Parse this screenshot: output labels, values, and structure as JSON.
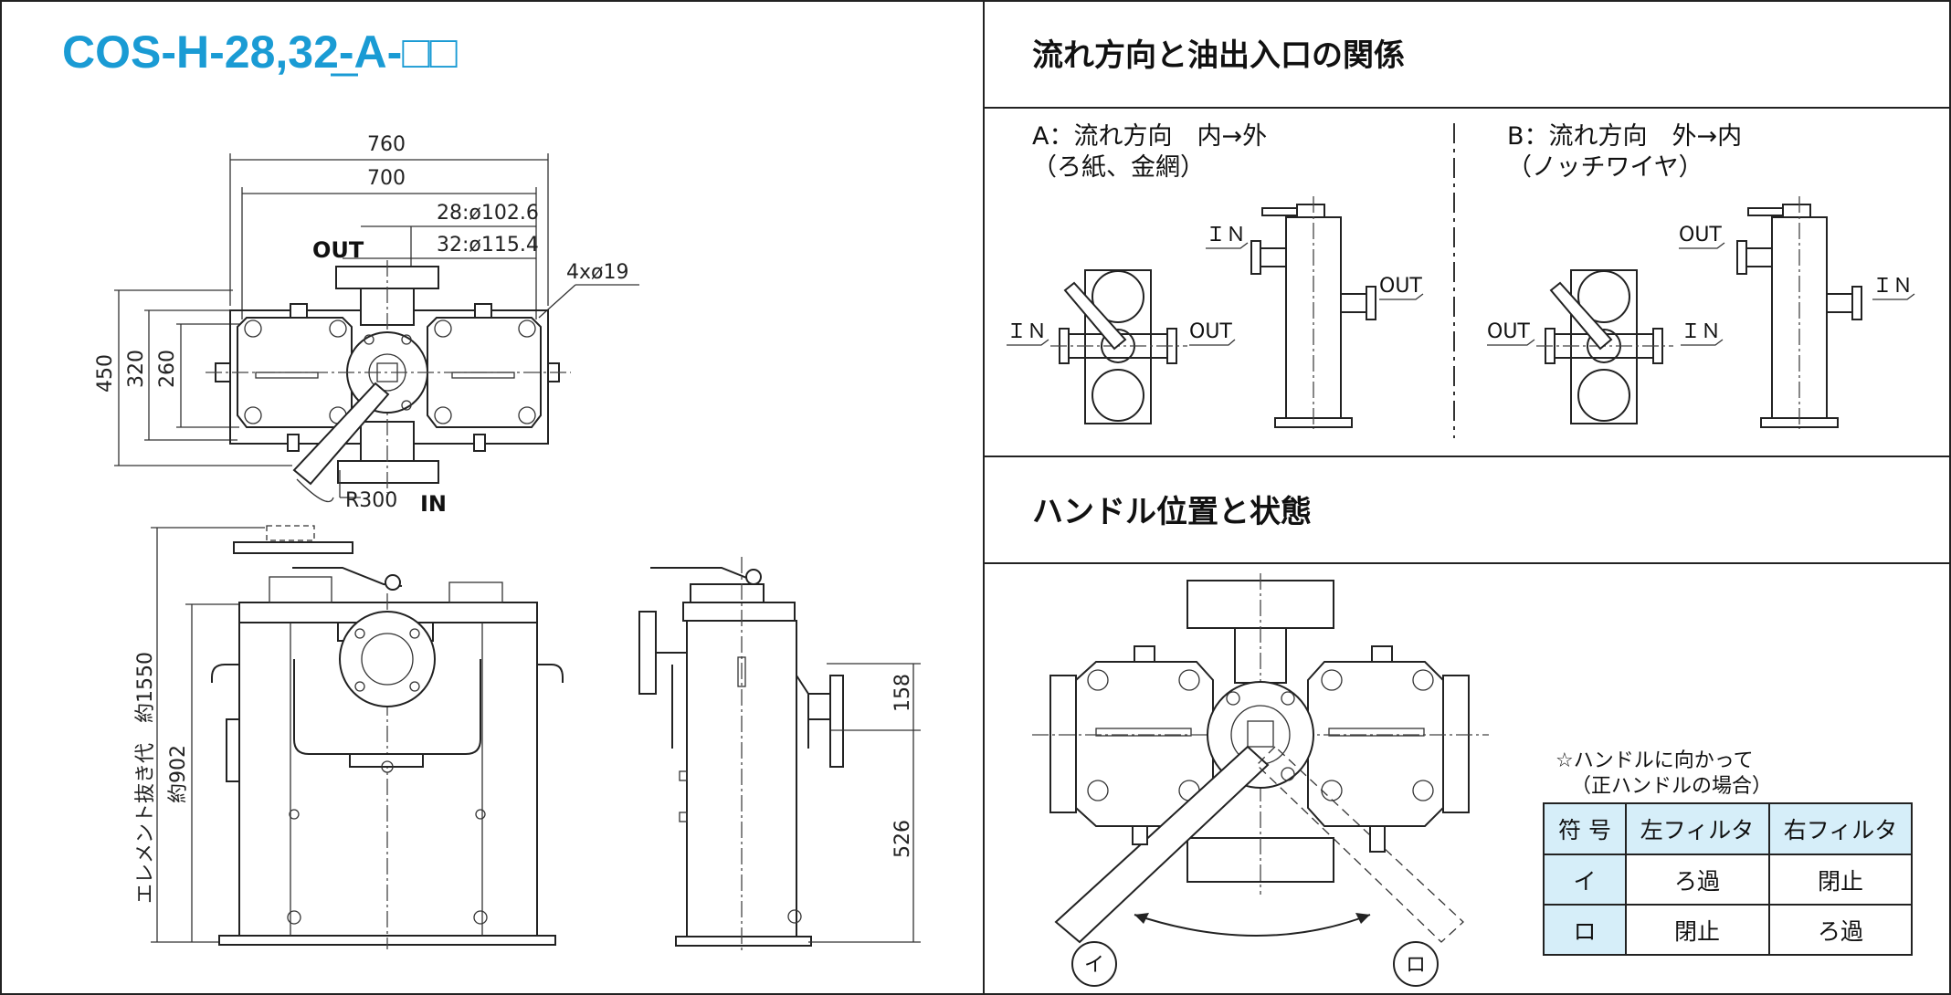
{
  "model_title": "COS-H-28,32-A-□□",
  "colors": {
    "title": "#1a9bd4",
    "line": "#222222"
  },
  "left": {
    "dims_top": {
      "overall_width": "760",
      "bolt_pitch": "700",
      "dia_28": "28:ø102.6",
      "dia_32": "32:ø115.4",
      "holes": "4xø19"
    },
    "dims_side": {
      "h450": "450",
      "h320": "320",
      "h260": "260"
    },
    "labels": {
      "out": "OUT",
      "in": "IN",
      "radius": "R300"
    },
    "front": {
      "element_removal": "エレメント抜き代　約1550",
      "height": "約902"
    },
    "side": {
      "h158": "158",
      "h526": "526"
    }
  },
  "flow": {
    "heading": "流れ方向と油出入口の関係",
    "a_line1": "A：流れ方向　内→外",
    "a_line2": "（ろ紙、金網）",
    "b_line1": "B：流れ方向　外→内",
    "b_line2": "（ノッチワイヤ）",
    "in": "ＩＮ",
    "out": "OUT"
  },
  "handle": {
    "heading": "ハンドル位置と状態",
    "note1": "☆ハンドルに向かって",
    "note2": "（正ハンドルの場合）",
    "table": {
      "headers": [
        "符 号",
        "左フィルタ",
        "右フィルタ"
      ],
      "rows": [
        [
          "イ",
          "ろ過",
          "閉止"
        ],
        [
          "ロ",
          "閉止",
          "ろ過"
        ]
      ]
    },
    "pos_i": "イ",
    "pos_ro": "ロ"
  }
}
